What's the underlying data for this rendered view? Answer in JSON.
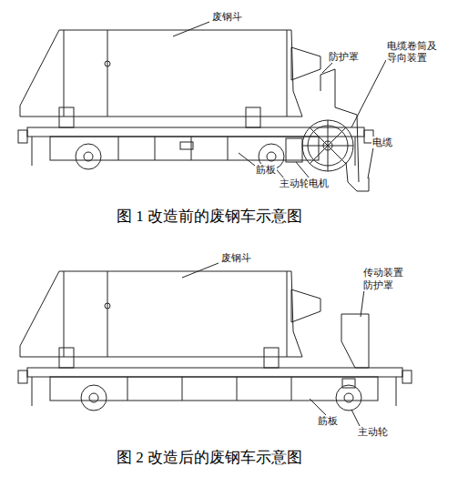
{
  "diagram": {
    "labels": [
      "废钢斗",
      "防护罩",
      "电缆卷筒及导向装置",
      "电缆",
      "筋板",
      "主动轮",
      "电机",
      "图 1 改造前的废钢车示意图",
      "废钢斗",
      "传动装置",
      "防护罩",
      "筋板",
      "主动轮",
      "图 2 改造后的废钢车示意图"
    ]
  }
}
